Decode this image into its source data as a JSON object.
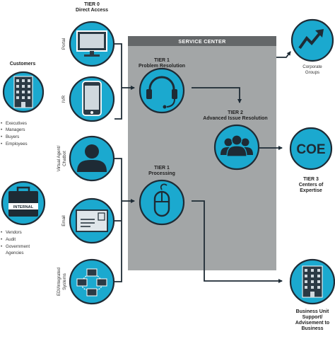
{
  "colors": {
    "accent": "#1ba9cf",
    "dark": "#1e2b35",
    "panel": "#a3a6a7",
    "panel_header": "#646769"
  },
  "tier0": {
    "line1": "TIER 0",
    "line2": "Direct Access"
  },
  "channels": {
    "portal": "Portal",
    "ivr": "IVR",
    "chatbot_line1": "Virtual Agent/",
    "chatbot_line2": "Chatbot",
    "email": "Email",
    "edi_line1": "EDI/Integrated",
    "edi_line2": "Systems"
  },
  "customers": {
    "title": "Customers",
    "items": [
      "Executives",
      "Managers",
      "Buyers",
      "Employees"
    ]
  },
  "internal": {
    "badge": "INTERNAL",
    "items": [
      "Vendors",
      "Audit",
      "Government",
      "Agencies"
    ]
  },
  "service_center": {
    "title": "SERVICE CENTER",
    "tier1_problem": {
      "line1": "TIER 1",
      "line2": "Problem Resolution"
    },
    "tier2": {
      "line1": "TIER 2",
      "line2": "Advanced Issue Resolution"
    },
    "tier1_processing": {
      "line1": "TIER 1",
      "line2": "Processing"
    }
  },
  "outputs": {
    "corporate": {
      "line1": "Corporate",
      "line2": "Groups"
    },
    "coe": {
      "icon_text": "COE",
      "line1": "TIER 3",
      "line2": "Centers of",
      "line3": "Expertise"
    },
    "business": {
      "line1": "Business Unit",
      "line2": "Support/",
      "line3": "Advisement to",
      "line4": "Business"
    }
  },
  "icons": {
    "portal": "monitor-icon",
    "ivr": "phone-icon",
    "chatbot": "person-icon",
    "email": "envelope-icon",
    "edi": "network-icon",
    "customers": "building-icon",
    "internal": "briefcase-icon",
    "problem_resolution": "headset-icon",
    "advanced_resolution": "group-icon",
    "processing": "mouse-icon",
    "corporate": "growth-arrow-icon",
    "coe": "coe-icon",
    "business": "building-icon"
  }
}
